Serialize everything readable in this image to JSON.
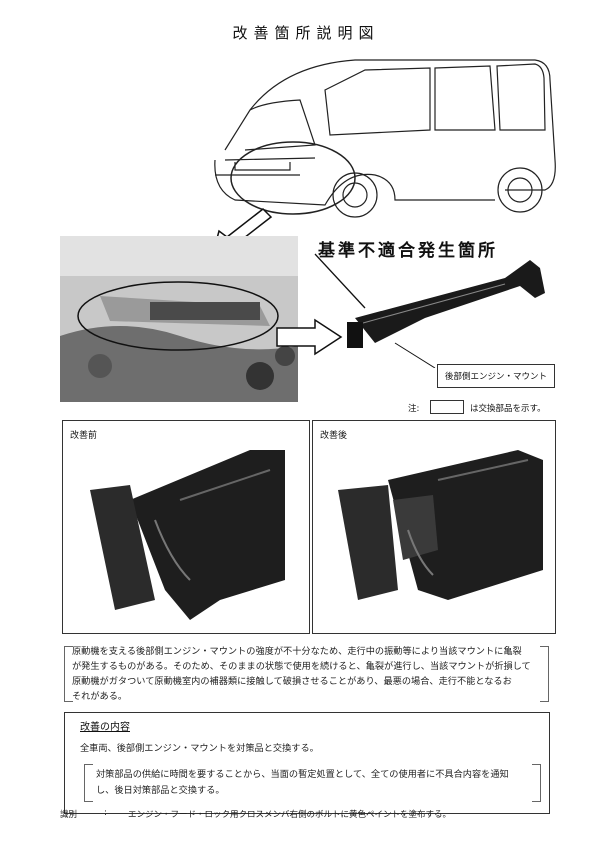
{
  "document": {
    "title": "改善箇所説明図",
    "heading": "基準不適合発生箇所",
    "callout_label": "後部側エンジン・マウント",
    "note": {
      "prefix": "注:",
      "suffix": "は交換部品を示す。"
    },
    "before_label": "改善前",
    "after_label": "改善後",
    "description_lines": [
      "原動機を支える後部側エンジン・マウントの強度が不十分なため、走行中の振動等により当該マウントに亀裂",
      "が発生するものがある。そのため、そのままの状態で使用を続けると、亀裂が進行し、当該マウントが折損して",
      "原動機がガタついて原動機室内の補器類に接触して破損させることがあり、最悪の場合、走行不能となるお",
      "それがある。"
    ],
    "improvement": {
      "title": "改善の内容",
      "body": "全車両、後部側エンジン・マウントを対策品と交換する。",
      "bracket_lines": [
        "対策部品の供給に時間を要することから、当面の暫定処置として、全ての使用者に不具合内容を通知",
        "し、後日対策部品と交換する。"
      ]
    },
    "footer": {
      "label": "識別",
      "separator": ":",
      "text": "エンジン・フード・ロック用クロスメンバ右側のボルトに黄色ペイントを塗布する。"
    }
  }
}
